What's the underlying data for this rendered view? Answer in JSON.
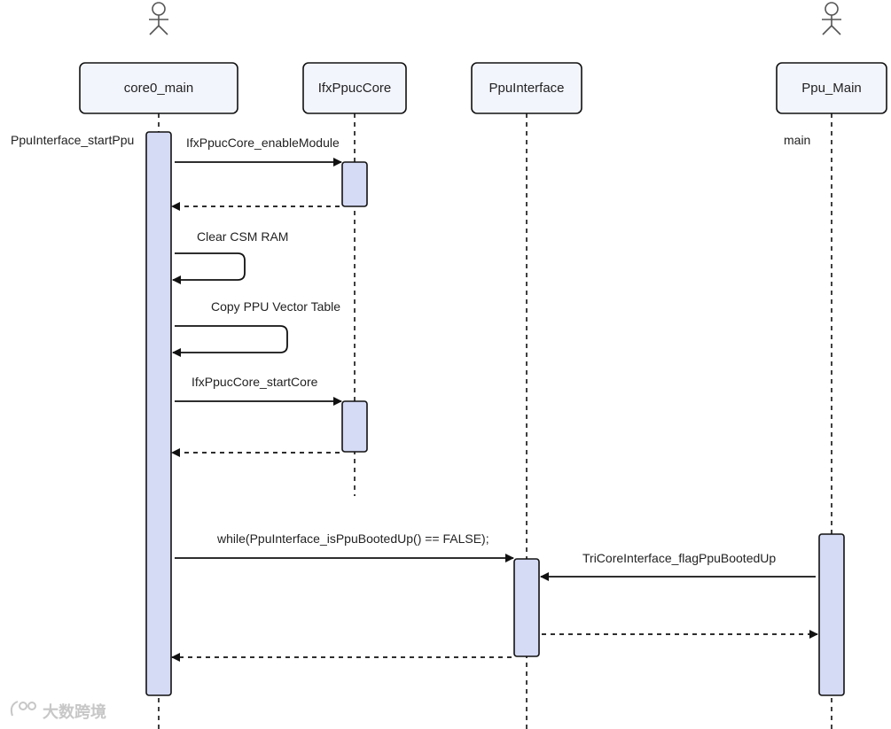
{
  "participants": {
    "core0_main": {
      "label": "core0_main"
    },
    "ifx_ppuc_core": {
      "label": "IfxPpucCore"
    },
    "ppu_interface": {
      "label": "PpuInterface"
    },
    "ppu_main": {
      "label": "Ppu_Main"
    }
  },
  "activation_labels": {
    "core0_main": "PpuInterface_startPpu",
    "ppu_main": "main"
  },
  "messages": {
    "enable_module": "IfxPpucCore_enableModule",
    "clear_csm_ram": "Clear CSM RAM",
    "copy_vector_table": "Copy PPU Vector Table",
    "start_core": "IfxPpucCore_startCore",
    "while_booted": "while(PpuInterface_isPpuBootedUp() == FALSE);",
    "flag_booted": "TriCoreInterface_flagPpuBootedUp"
  },
  "watermark": "大数跨境",
  "colors": {
    "activation_fill": "#d5daf5",
    "header_fill": "#f3f5fd",
    "stroke": "#111111"
  }
}
